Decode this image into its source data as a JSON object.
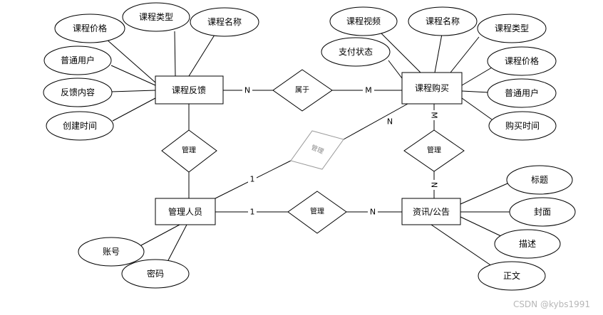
{
  "entities": {
    "course_feedback": "课程反馈",
    "course_purchase": "课程购买",
    "admin": "管理人员",
    "news": "资讯/公告"
  },
  "relationships": {
    "belongs_to": "属于",
    "manage_feedback": "管理",
    "manage_purchase": "管理",
    "manage_news_top": "管理",
    "manage_news": "管理"
  },
  "attributes": {
    "feedback": [
      "课程价格",
      "课程类型",
      "课程名称",
      "普通用户",
      "反馈内容",
      "创建时间"
    ],
    "purchase": [
      "课程视频",
      "课程名称",
      "课程类型",
      "支付状态",
      "课程价格",
      "普通用户",
      "购买时间"
    ],
    "news": [
      "标题",
      "封面",
      "描述",
      "正文"
    ],
    "admin": [
      "账号",
      "密码"
    ]
  },
  "cardinalities": {
    "feedback_belongs": "N",
    "purchase_belongs": "M",
    "admin_purchase": "1",
    "purchase_admin": "N",
    "purchase_news_top": "M",
    "purchase_news_bottom": "N",
    "admin_news": "1",
    "news_admin": "N"
  },
  "watermark": "CSDN @kybs1991"
}
